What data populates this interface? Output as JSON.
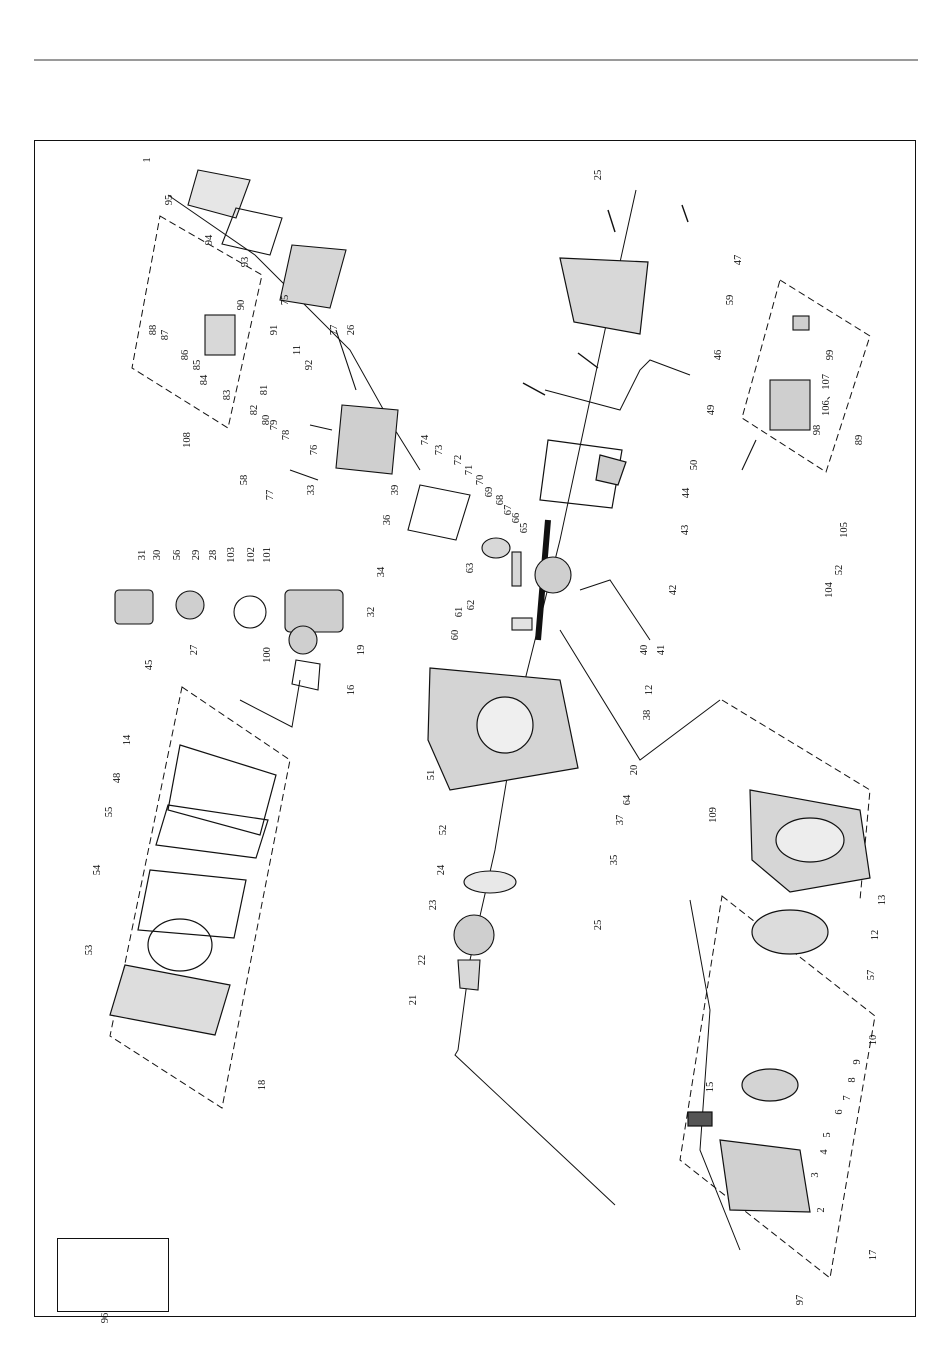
{
  "labels": [
    "1",
    "95",
    "94",
    "93",
    "75",
    "88",
    "87",
    "86",
    "85",
    "84",
    "83",
    "90",
    "91",
    "11",
    "77",
    "26",
    "92",
    "82",
    "81",
    "80",
    "79",
    "78",
    "76",
    "108",
    "58",
    "77",
    "33",
    "36",
    "39",
    "74",
    "73",
    "72",
    "71",
    "70",
    "69",
    "68",
    "67",
    "66",
    "65",
    "63",
    "62",
    "61",
    "60",
    "31",
    "30",
    "56",
    "29",
    "28",
    "103",
    "102",
    "101",
    "27",
    "100",
    "19",
    "34",
    "32",
    "16",
    "45",
    "14",
    "48",
    "55",
    "54",
    "53",
    "18",
    "51",
    "52",
    "24",
    "23",
    "22",
    "21",
    "25",
    "35",
    "37",
    "64",
    "20",
    "38",
    "12",
    "41",
    "40",
    "42",
    "43",
    "44",
    "50",
    "49",
    "46",
    "59",
    "47",
    "25",
    "89",
    "99",
    "106、107",
    "98",
    "105",
    "52",
    "104",
    "13",
    "109",
    "12",
    "57",
    "10",
    "9",
    "8",
    "7",
    "6",
    "5",
    "4",
    "3",
    "2",
    "15",
    "17",
    "97",
    "96",
    "19"
  ]
}
